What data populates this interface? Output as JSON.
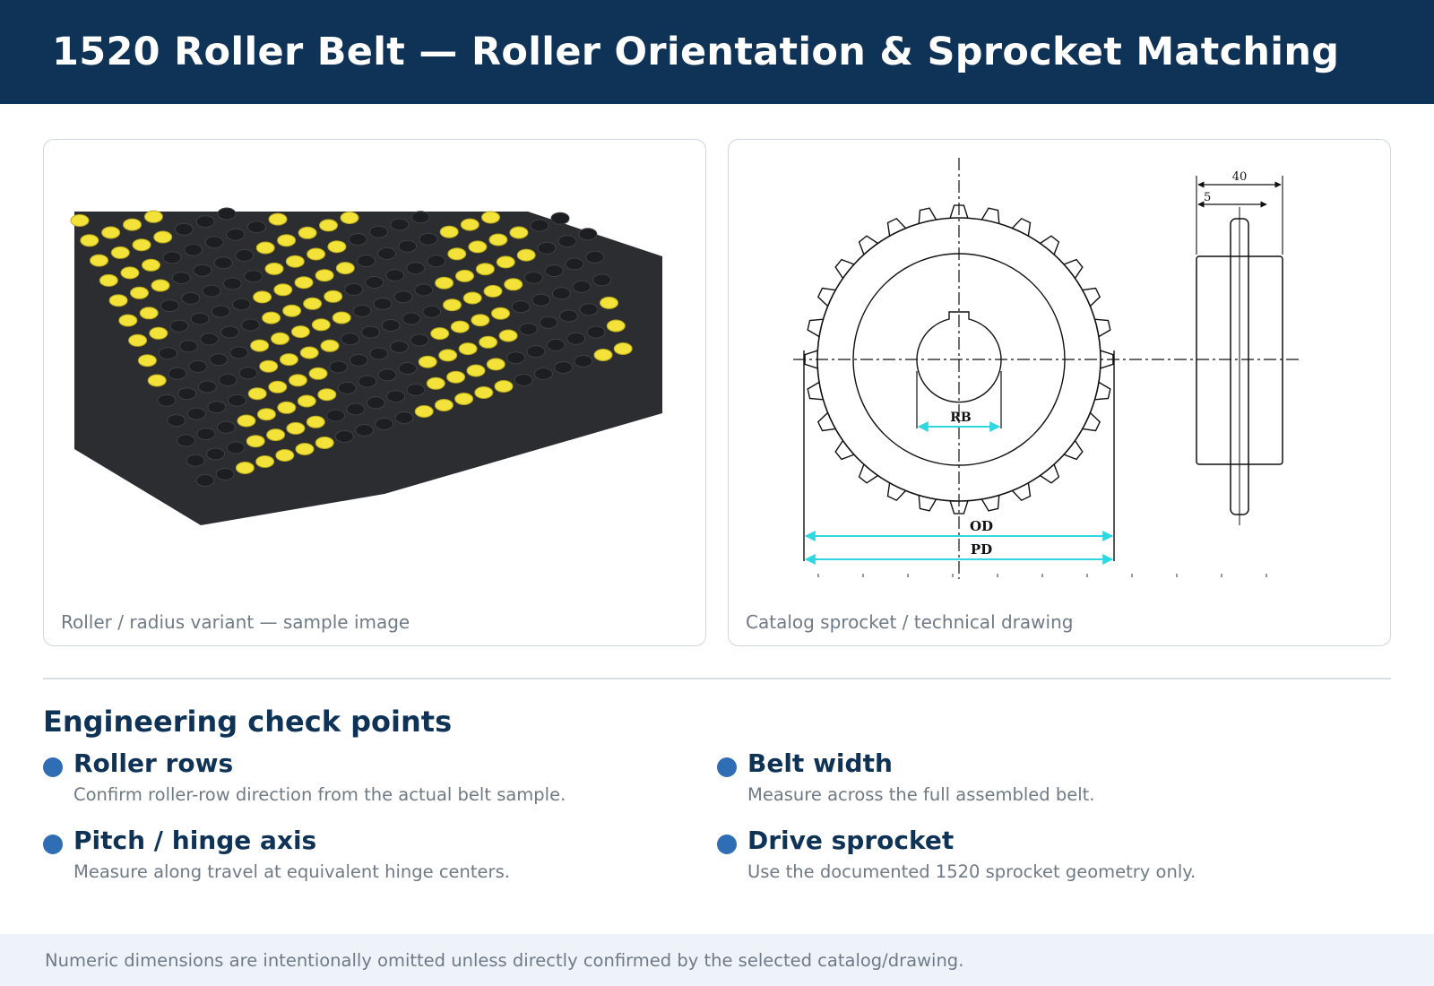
{
  "header": {
    "title": "1520 Roller Belt — Roller Orientation & Sprocket Matching"
  },
  "panels": {
    "left": {
      "caption": "Roller / radius variant — sample image"
    },
    "right": {
      "caption": "Catalog sprocket / technical drawing",
      "labels": {
        "rb": "RB",
        "od": "OD",
        "pd": "PD",
        "width": "40",
        "hub": "5"
      }
    }
  },
  "checks": {
    "title": "Engineering check points",
    "items": [
      {
        "title": "Roller rows",
        "desc": "Confirm roller-row direction from the actual belt sample."
      },
      {
        "title": "Belt width",
        "desc": "Measure across the full assembled belt."
      },
      {
        "title": "Pitch / hinge axis",
        "desc": "Measure along travel at equivalent hinge centers."
      },
      {
        "title": "Drive sprocket",
        "desc": "Use the documented 1520 sprocket geometry only."
      }
    ]
  },
  "footer": {
    "note": "Numeric dimensions are intentionally omitted unless directly confirmed by the selected catalog/drawing."
  },
  "colors": {
    "header_bg": "#0f3257",
    "accent_dot": "#2f6db5",
    "roller_yellow": "#f2e23a",
    "belt_dark": "#2b2d30",
    "dimension_cyan": "#2fd8e0"
  }
}
